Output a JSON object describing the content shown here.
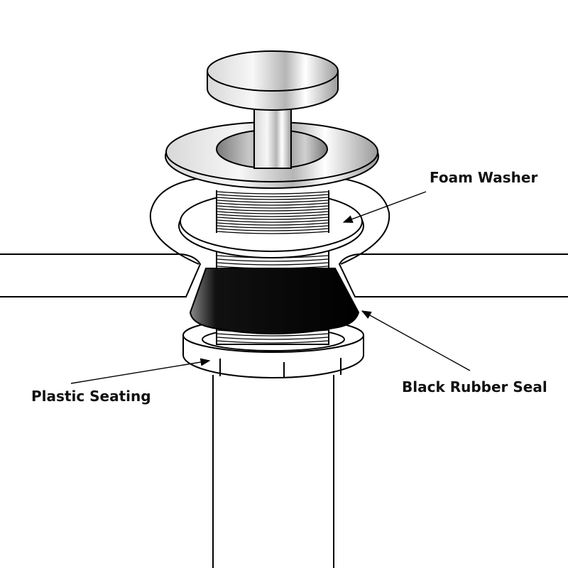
{
  "diagram": {
    "subject": "Sink pop-up drain waste assembly",
    "labels": {
      "foam_washer": "Foam Washer",
      "black_rubber_seal": "Black Rubber Seal",
      "plastic_seating": "Plastic Seating"
    },
    "colors": {
      "outline": "#000000",
      "background": "#ffffff",
      "metal_light": "#f2f2f2",
      "metal_dark": "#8a8a8a",
      "rubber": "#000000"
    }
  }
}
